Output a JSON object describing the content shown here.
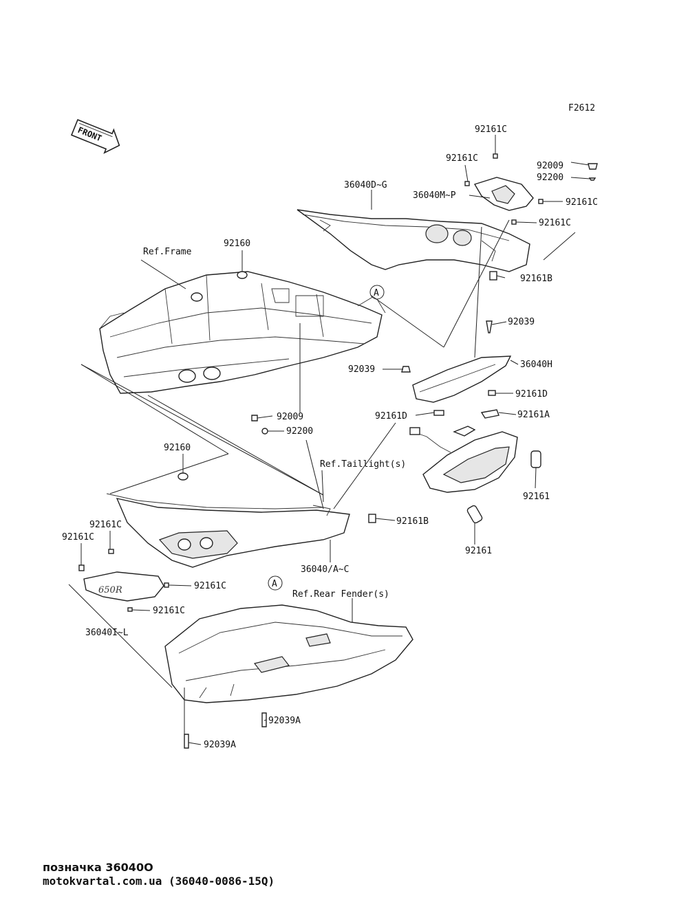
{
  "figure_code": "F2612",
  "front_label": "FRONT",
  "callout_a": "A",
  "labels": {
    "l1": "92161C",
    "l2": "92161C",
    "l3": "92009",
    "l4": "92200",
    "l5": "36040D~G",
    "l6": "36040M~P",
    "l7": "92161C",
    "l8": "92161C",
    "l9": "Ref.Frame",
    "l10": "92160",
    "l11": "92161B",
    "l12": "92039",
    "l13": "36040H",
    "l14": "92039",
    "l15": "92161D",
    "l16": "92161D",
    "l17": "92161A",
    "l18": "92009",
    "l19": "92200",
    "l20": "92160",
    "l21": "Ref.Taillight(s)",
    "l22": "92161",
    "l23": "92161B",
    "l24": "92161",
    "l25": "92161C",
    "l26": "92161C",
    "l27": "36040/A~C",
    "l28": "92161C",
    "l29": "Ref.Rear Fender(s)",
    "l30": "92161C",
    "l31": "36040I~L",
    "l32": "92039A",
    "l33": "92039A"
  },
  "decal_text": "650R",
  "watermark": {
    "line1": "позначка 36040O",
    "line2": "motokvartal.com.ua (36040-0086-15Q)"
  }
}
